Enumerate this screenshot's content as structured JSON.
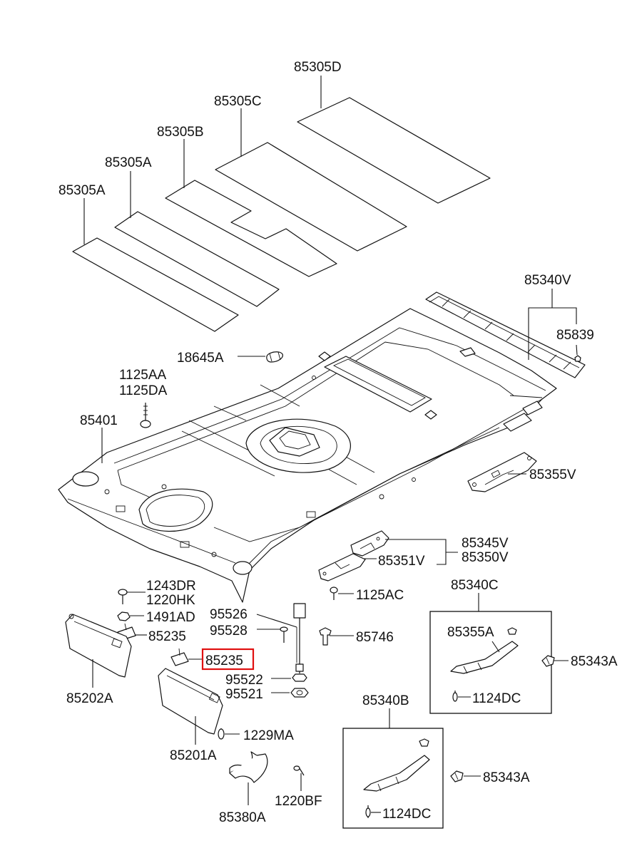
{
  "diagram": {
    "labels": {
      "p85305D": "85305D",
      "p85305C": "85305C",
      "p85305B": "85305B",
      "p85305A_upper": "85305A",
      "p85305A_lower": "85305A",
      "p85340V": "85340V",
      "p85839": "85839",
      "p18645A": "18645A",
      "p1125AA": "1125AA",
      "p1125DA": "1125DA",
      "p85401": "85401",
      "p85355V": "85355V",
      "p85345V": "85345V",
      "p85350V": "85350V",
      "p85351V": "85351V",
      "p1243DR": "1243DR",
      "p1220HK": "1220HK",
      "p1491AD": "1491AD",
      "p85235_upper": "85235",
      "p85235_highlighted": "85235",
      "p85202A": "85202A",
      "p95526": "95526",
      "p95528": "95528",
      "p95522": "95522",
      "p95521": "95521",
      "p1125AC": "1125AC",
      "p85746": "85746",
      "p85340C": "85340C",
      "p85355A": "85355A",
      "p85343A_upper": "85343A",
      "p1124DC_upper": "1124DC",
      "p1229MA": "1229MA",
      "p85201A": "85201A",
      "p85340B": "85340B",
      "p85343A_lower": "85343A",
      "p1124DC_lower": "1124DC",
      "p1220BF": "1220BF",
      "p85380A": "85380A"
    },
    "highlight_color": "#e01010",
    "line_color": "#111111"
  }
}
